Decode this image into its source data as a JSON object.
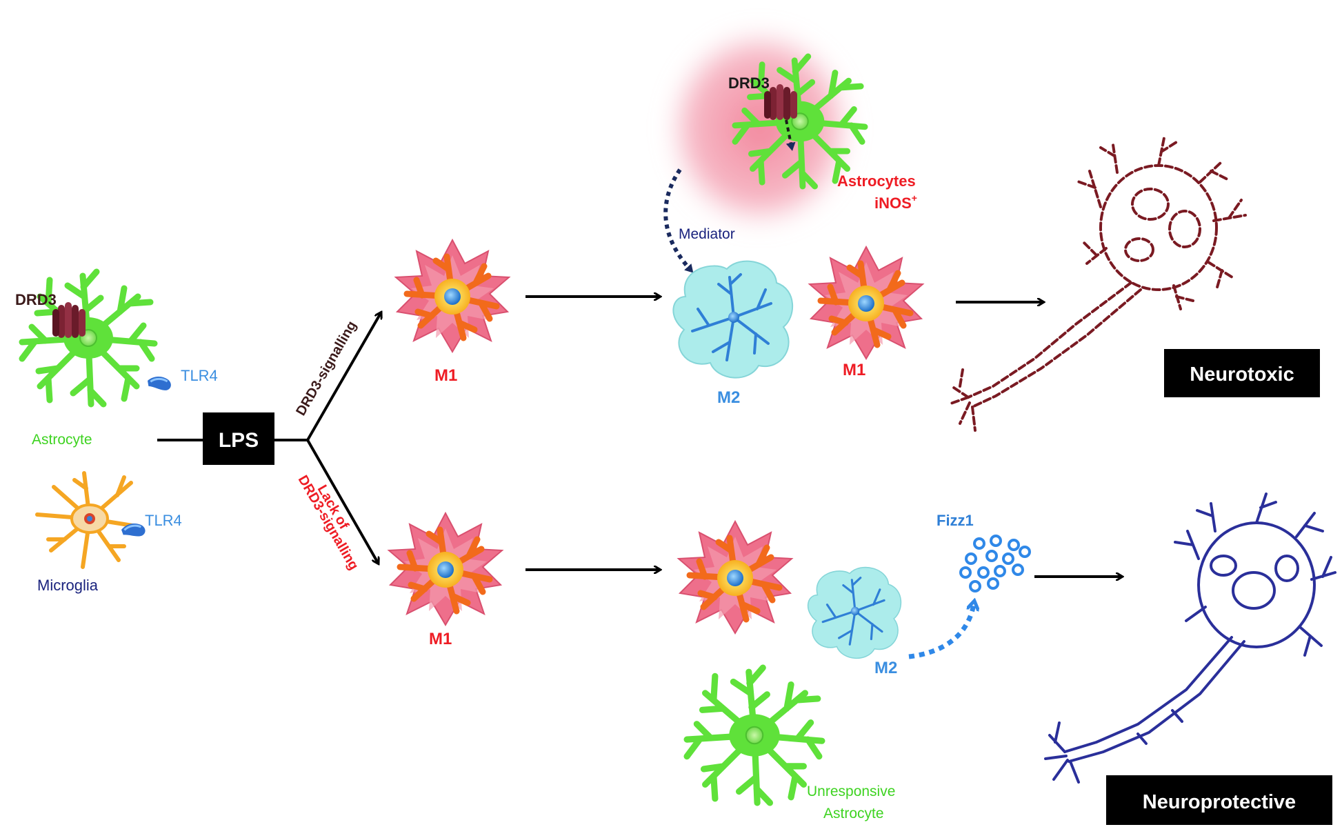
{
  "colors": {
    "astrocyte_green": "#5fe13a",
    "astrocyte_label_green": "#3ed321",
    "microglia_orange": "#f5a623",
    "m1_pink": "#ef6f8a",
    "m1_orange": "#f36a1c",
    "m2_cyan": "#a8ecea",
    "m2_blue": "#2f7fd6",
    "label_red": "#ee1c24",
    "label_blue": "#3a8ee0",
    "label_navy": "#1a237e",
    "neurotoxic_brown": "#7a1a22",
    "neuroprotective_blue": "#2a2f9a",
    "arrow_black": "#000000",
    "mediator_arrow": "#1a2a5e",
    "fizz_arrow": "#2f88e8"
  },
  "legend": {
    "drd3": "DRD3",
    "tlr4_astro": "TLR4",
    "astrocyte": "Astrocyte",
    "tlr4_micro": "TLR4",
    "microglia": "Microglia"
  },
  "stimulus": {
    "lps": "LPS"
  },
  "branches": {
    "upper": "DRD3-signalling",
    "lower_line1": "Lack of",
    "lower_line2": "DRD3-signalling"
  },
  "upper_path": {
    "m1_first": "M1",
    "drd3": "DRD3",
    "astrocytes_line1": "Astrocytes",
    "astrocytes_line2": "iNOS",
    "astrocytes_sup": "+",
    "mediator": "Mediator",
    "m2": "M2",
    "m1_second": "M1",
    "outcome": "Neurotoxic"
  },
  "lower_path": {
    "m1_first": "M1",
    "m2": "M2",
    "fizz1": "Fizz1",
    "unresponsive_line1": "Unresponsive",
    "unresponsive_line2": "Astrocyte",
    "outcome": "Neuroprotective"
  }
}
